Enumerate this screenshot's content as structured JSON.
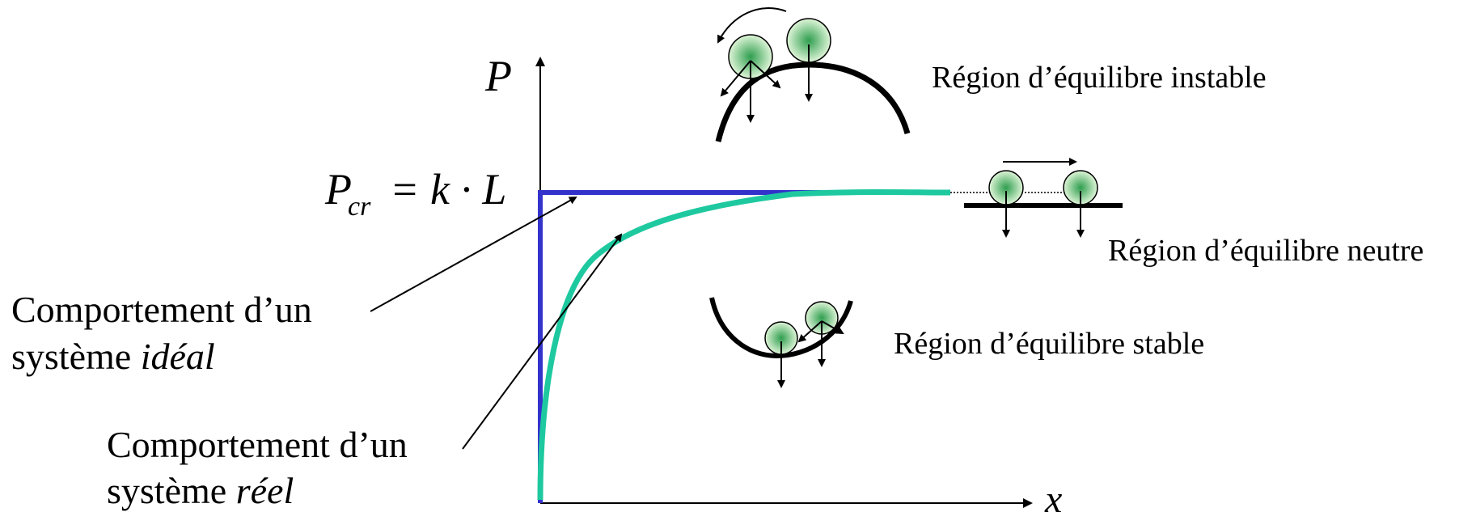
{
  "axes": {
    "y_label": "P",
    "x_label": "x"
  },
  "critical_load": {
    "symbol": "P",
    "subscript": "cr",
    "equation": "= k · L"
  },
  "regions": {
    "unstable": "Région d’équilibre instable",
    "neutral": "Région d’équilibre neutre",
    "stable": "Région d’équilibre  stable"
  },
  "labels": {
    "ideal_line1": "Comportement d’un",
    "ideal_line2_prefix": "système ",
    "ideal_line2_emph": "idéal",
    "real_line1": "Comportement d’un",
    "real_line2_prefix": "système ",
    "real_line2_emph": "réel"
  },
  "colors": {
    "ideal_curve": "#3333cc",
    "real_curve": "#1ec9a0",
    "ball_center": "#2f9e4f",
    "ball_edge": "#dff5d8",
    "ink": "#000000"
  }
}
